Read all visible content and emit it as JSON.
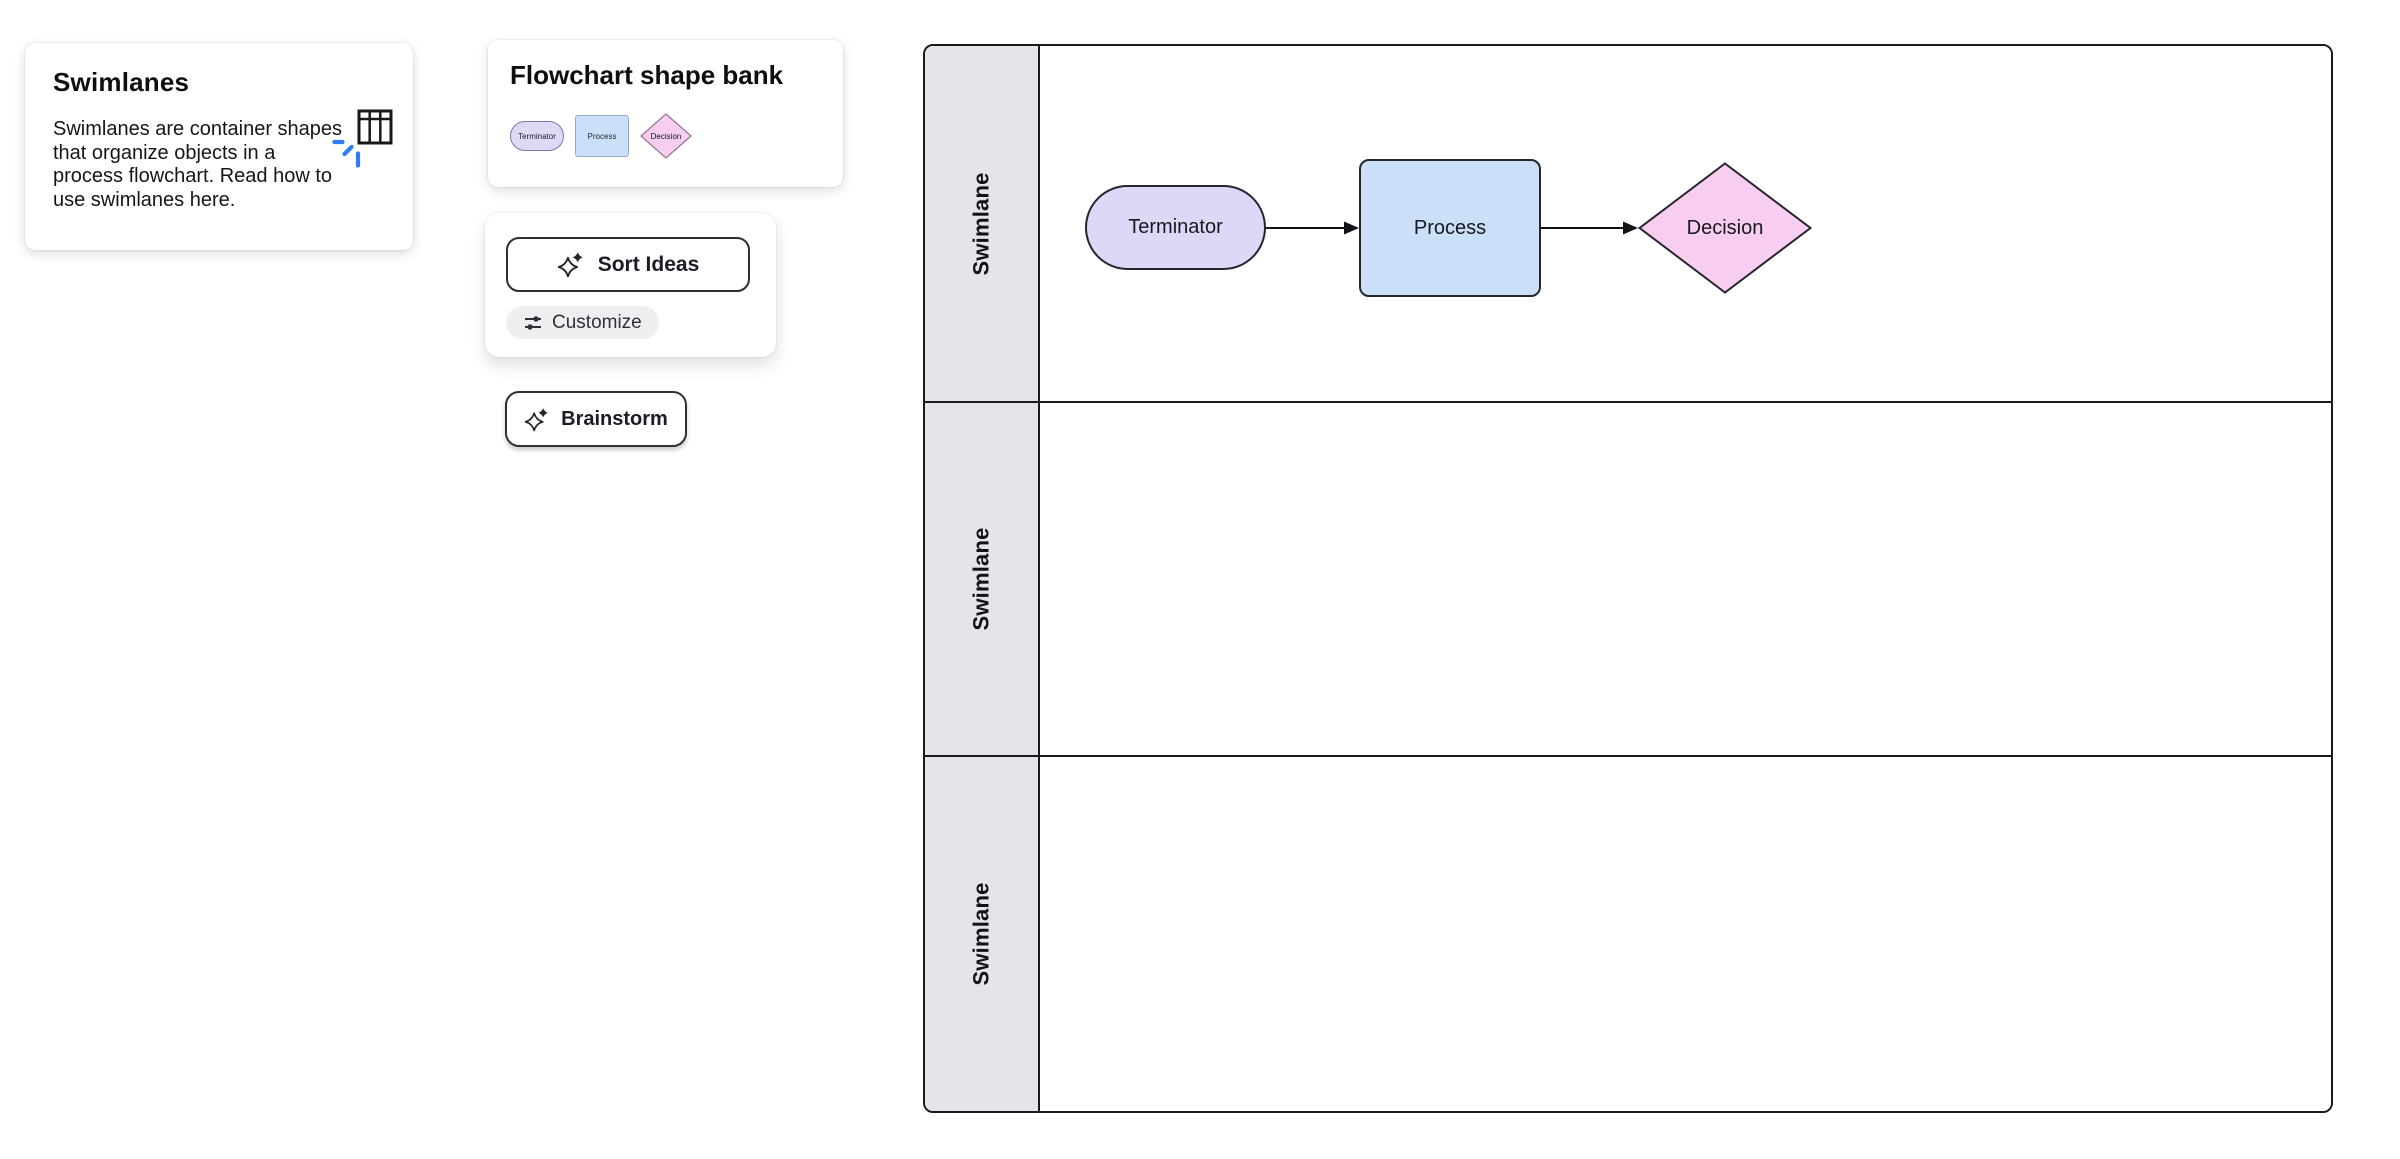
{
  "info_card": {
    "title": "Swimlanes",
    "body": "Swimlanes are container shapes that organize objects in a process flowchart. Read how to use swimlanes here."
  },
  "shape_bank": {
    "title": "Flowchart shape bank",
    "shapes": [
      {
        "type": "terminator",
        "label": "Terminator"
      },
      {
        "type": "process",
        "label": "Process"
      },
      {
        "type": "decision",
        "label": "Decision"
      }
    ]
  },
  "actions": {
    "sort_ideas_label": "Sort Ideas",
    "customize_label": "Customize",
    "brainstorm_label": "Brainstorm"
  },
  "diagram": {
    "lanes": [
      {
        "label": "Swimlane"
      },
      {
        "label": "Swimlane"
      },
      {
        "label": "Swimlane"
      }
    ],
    "nodes": [
      {
        "type": "terminator",
        "label": "Terminator"
      },
      {
        "type": "process",
        "label": "Process"
      },
      {
        "type": "decision",
        "label": "Decision"
      }
    ],
    "connections": [
      {
        "from": "Terminator",
        "to": "Process"
      },
      {
        "from": "Process",
        "to": "Decision"
      }
    ]
  },
  "colors": {
    "accent_blue": "#2F7BF6",
    "lane_header_fill": "#E3E5E9",
    "terminator_fill": "#DBD9F7",
    "process_fill": "#CBDFF8",
    "decision_fill": "#F8CEF0",
    "border_dark": "#191A1F"
  }
}
